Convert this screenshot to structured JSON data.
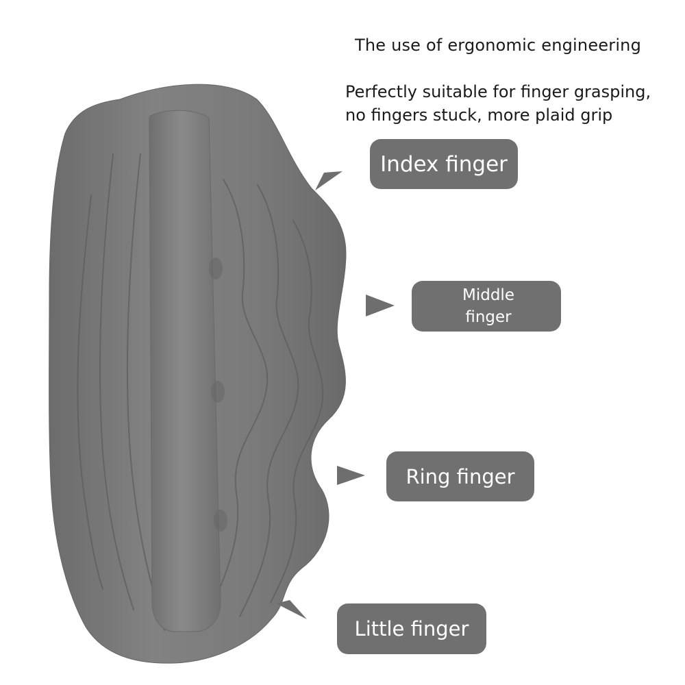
{
  "heading": "The use of ergonomic engineering",
  "subtext": {
    "line1": "Perfectly suitable for finger grasping,",
    "line2": "no fingers stuck, more plaid grip"
  },
  "labels": {
    "index": "Index finger",
    "middle_line1": "Middle",
    "middle_line2": "finger",
    "ring": "Ring finger",
    "little": "Little finger"
  },
  "colors": {
    "product_body": "#7d7d7d",
    "label_background": "#707070",
    "label_text": "#ffffff",
    "pointer": "#6e6e6e",
    "text": "#1a1a1a"
  }
}
